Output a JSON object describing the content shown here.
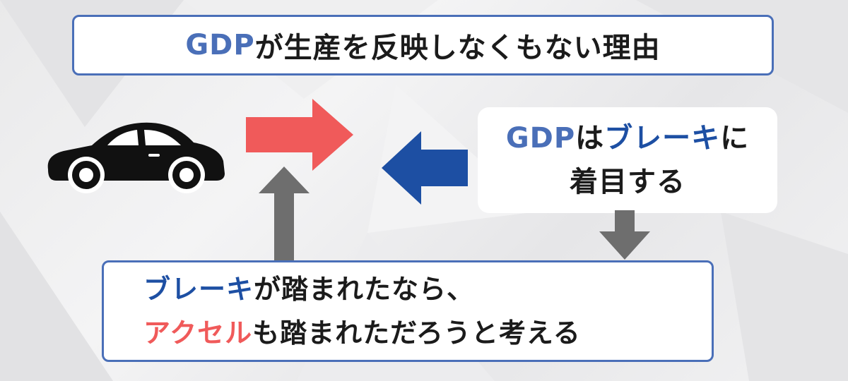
{
  "title": {
    "part1": "GDP",
    "part2": "が生産を反映しなくもない理由"
  },
  "right_box": {
    "line1_part1": "GDP",
    "line1_part2": "は",
    "line1_part3": "ブレーキ",
    "line1_part4": "に",
    "line2": "着目する"
  },
  "bottom_box": {
    "line1_part1": "ブレーキ",
    "line1_part2": "が踏まれたなら、",
    "line2_part1": "アクセル",
    "line2_part2": "も踏まれただろうと考える"
  },
  "icons": [
    "car-icon",
    "red-right-arrow-icon",
    "blue-left-arrow-icon",
    "gray-up-arrow-icon",
    "gray-down-arrow-icon"
  ],
  "colors": {
    "title_blue": "#4a6fb8",
    "brake_blue": "#1d4fa3",
    "accel_red": "#f05a5a",
    "arrow_gray": "#6e6e6e",
    "car": "#111111"
  }
}
